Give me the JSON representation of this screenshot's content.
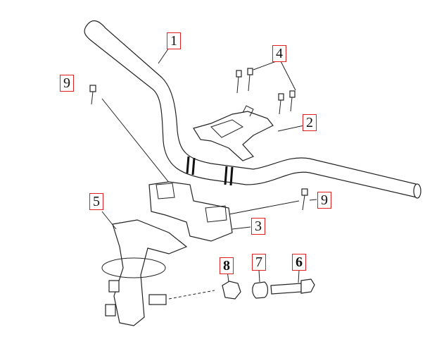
{
  "title": "Handlebar assembly exploded view",
  "callouts": [
    {
      "id": "1",
      "label": "1",
      "part": "handlebar"
    },
    {
      "id": "2",
      "label": "2",
      "part": "handlebar-bracket"
    },
    {
      "id": "3",
      "label": "3",
      "part": "handlebar-clamp"
    },
    {
      "id": "4",
      "label": "4",
      "part": "bracket-bolts"
    },
    {
      "id": "5",
      "label": "5",
      "part": "handlebar-riser"
    },
    {
      "id": "6",
      "label": "6",
      "part": "bolt"
    },
    {
      "id": "7",
      "label": "7",
      "part": "bushing"
    },
    {
      "id": "8",
      "label": "8",
      "part": "nut"
    },
    {
      "id": "9a",
      "label": "9",
      "part": "bolt-left"
    },
    {
      "id": "9b",
      "label": "9",
      "part": "bolt-right"
    }
  ],
  "colors": {
    "callout_border": "#e02020",
    "line": "#222222"
  }
}
